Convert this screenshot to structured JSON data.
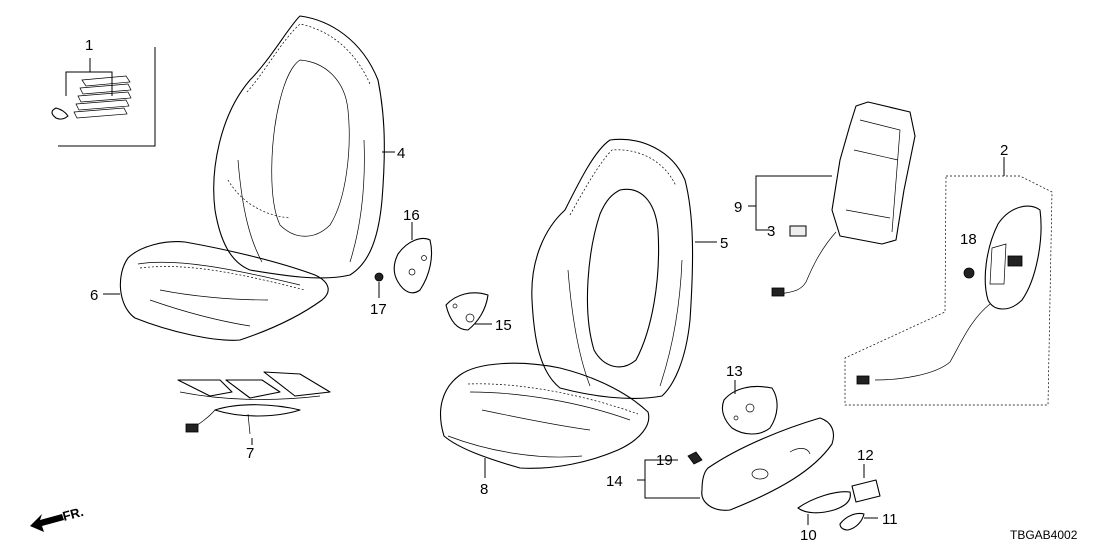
{
  "callouts": {
    "c1": "1",
    "c2": "2",
    "c3": "3",
    "c4": "4",
    "c5": "5",
    "c6": "6",
    "c7": "7",
    "c8": "8",
    "c9": "9",
    "c10": "10",
    "c11": "11",
    "c12": "12",
    "c13": "13",
    "c14": "14",
    "c15": "15",
    "c16": "16",
    "c17": "17",
    "c18": "18",
    "c19": "19"
  },
  "direction_label": "FR.",
  "diagram_code": "TBGAB4002"
}
